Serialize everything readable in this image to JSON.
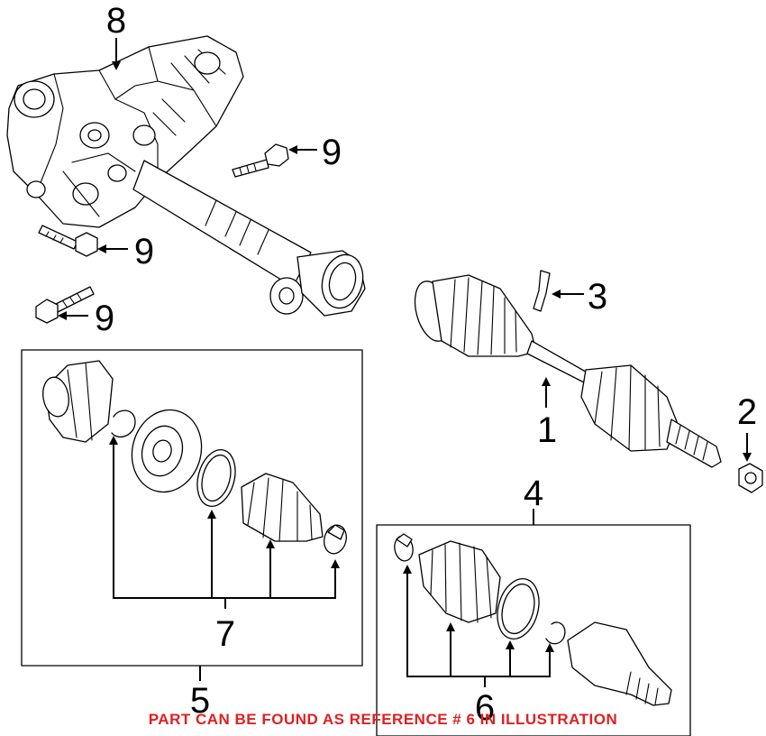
{
  "callouts": {
    "c1": "1",
    "c2": "2",
    "c3": "3",
    "c4": "4",
    "c5": "5",
    "c6": "6",
    "c7": "7",
    "c8": "8",
    "c9a": "9",
    "c9b": "9",
    "c9c": "9"
  },
  "footer": {
    "note": "PART CAN BE FOUND AS REFERENCE # 6 IN ILLUSTRATION",
    "color": "#e02020"
  }
}
